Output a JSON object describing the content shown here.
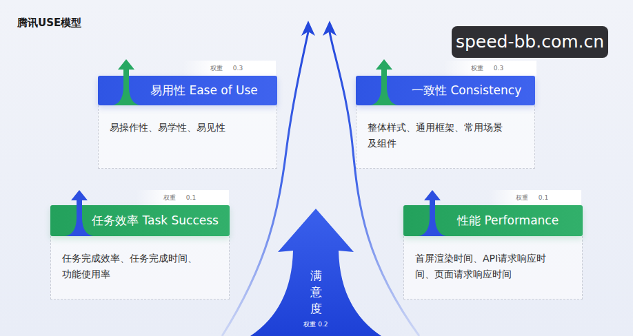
{
  "diagram": {
    "title": "腾讯USE模型",
    "nodes": [
      {
        "text": [
          "权重 0.3"
        ]
      },
      {
        "text": [
          "易用性 Ease of Use"
        ]
      },
      {
        "text": [
          "易操作性、易学性、易见性"
        ]
      },
      {
        "text": [
          "权重 0.3"
        ]
      },
      {
        "text": [
          "一致性 Consistency"
        ]
      },
      {
        "text": [
          "整体样式、通用框架、常用场景 及组件"
        ]
      },
      {
        "text": [
          "权重 0.1"
        ]
      },
      {
        "text": [
          "任务效率 Task Success"
        ]
      },
      {
        "text": [
          "任务完成效率、任务完成时间、 功能使用率"
        ]
      },
      {
        "text": [
          "权重 0.1"
        ]
      },
      {
        "text": [
          "性能 Performance"
        ]
      },
      {
        "text": [
          "首屏渲染时间、API请求响应时 间、页面请求响应时间"
        ]
      },
      {
        "text": [
          "满意度",
          "权重 0.2"
        ]
      }
    ],
    "labels": [
      "speed-bb.com.cn"
    ]
  }
}
